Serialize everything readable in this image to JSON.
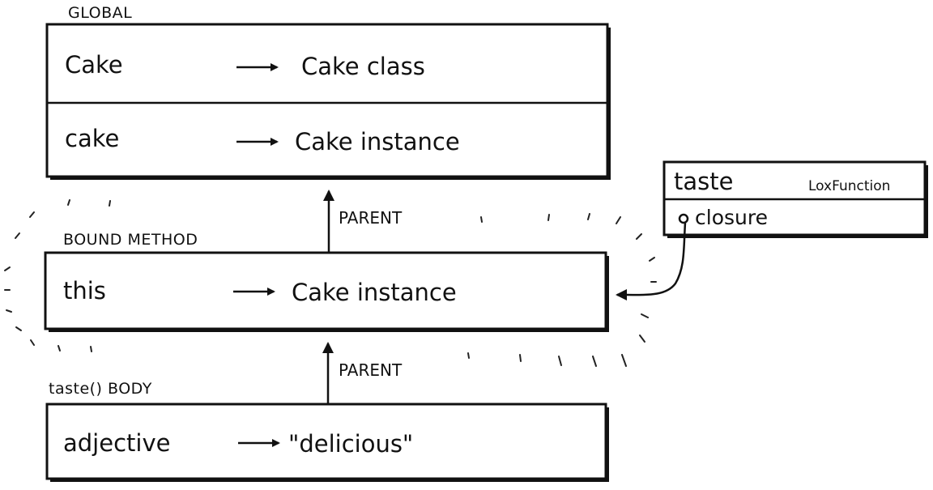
{
  "global": {
    "caption": "GLOBAL",
    "rows": [
      {
        "name": "Cake",
        "value": "Cake  class"
      },
      {
        "name": "cake",
        "value": "Cake  instance"
      }
    ]
  },
  "bound_method": {
    "caption": "BOUND METHOD",
    "rows": [
      {
        "name": "this",
        "value": "Cake instance"
      }
    ]
  },
  "taste_body": {
    "caption": "taste() BODY",
    "rows": [
      {
        "name": "adjective",
        "value": "\"delicious\""
      }
    ]
  },
  "arrows": {
    "parent_upper": "PARENT",
    "parent_lower": "PARENT"
  },
  "lox_function": {
    "name": "taste",
    "type_label": "LoxFunction",
    "field": "closure"
  }
}
